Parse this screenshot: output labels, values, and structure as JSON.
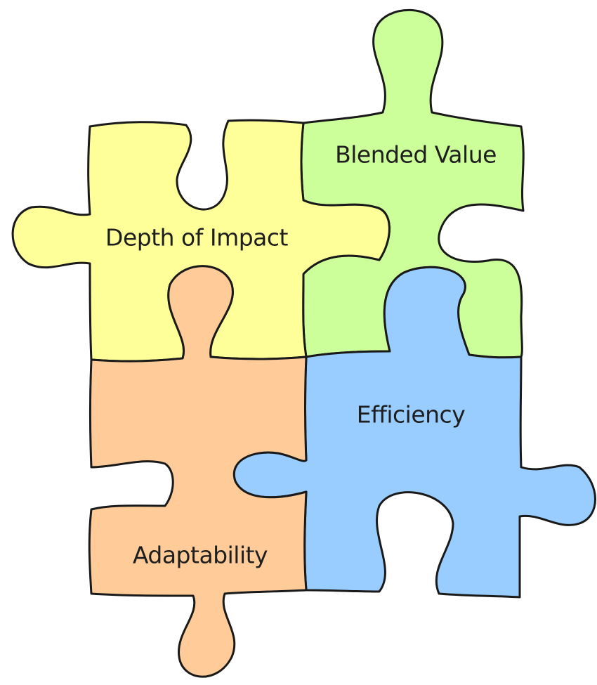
{
  "pieces": {
    "depth_of_impact": {
      "label": "Depth of Impact",
      "color": "#FFFF99"
    },
    "blended_value": {
      "label": "Blended Value",
      "color": "#CCFF99"
    },
    "adaptability": {
      "label": "Adaptability",
      "color": "#FFCC99"
    },
    "efficiency": {
      "label": "Efficiency",
      "color": "#99CCFF"
    }
  },
  "outline_color": "#1a1a1a"
}
